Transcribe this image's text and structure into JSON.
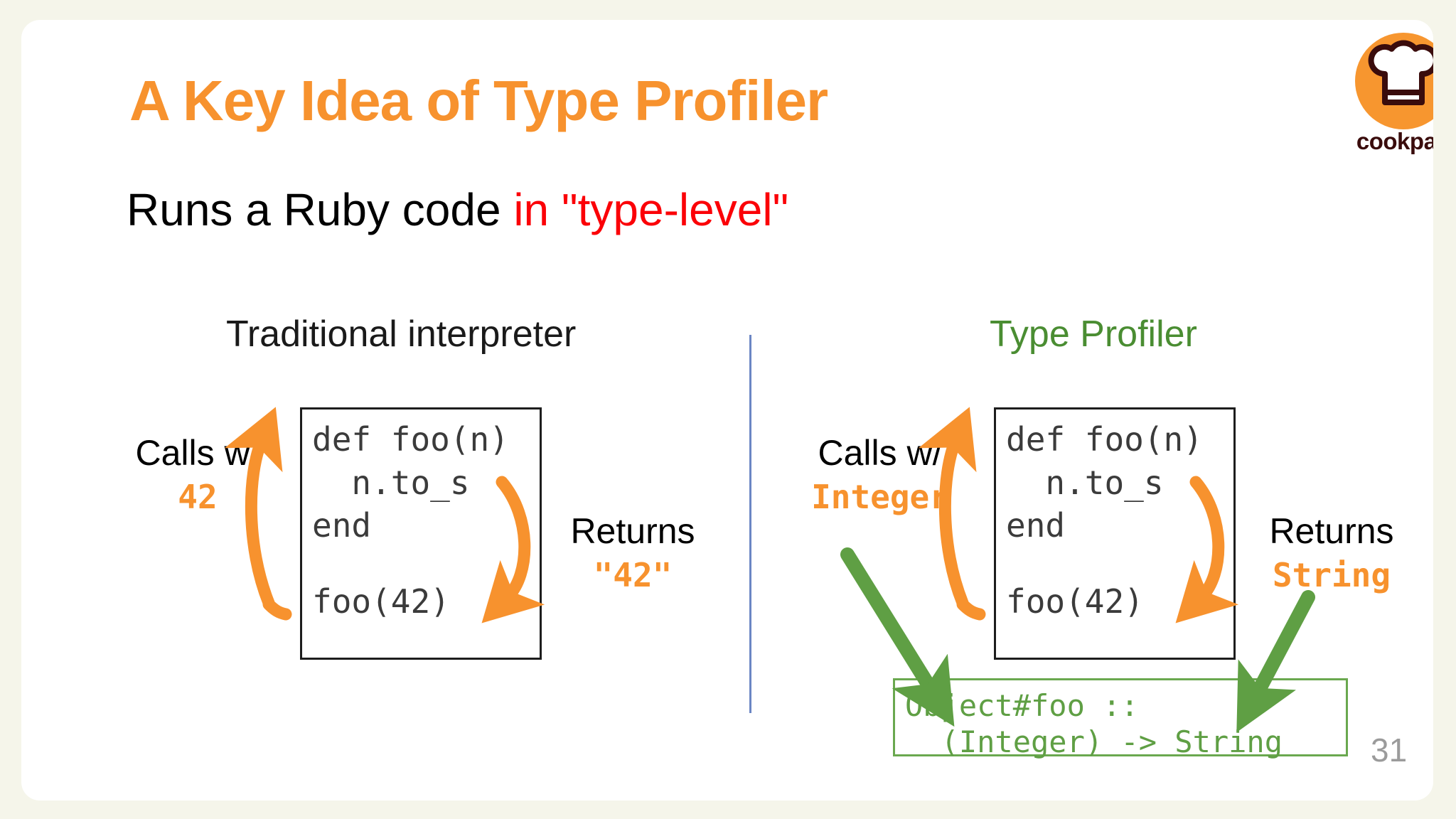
{
  "slide": {
    "title": "A Key Idea of Type Profiler",
    "subtitle_plain": "Runs a Ruby code ",
    "subtitle_highlight": "in \"type-level\"",
    "page_number": "31",
    "colors": {
      "accent_orange": "#F7922E",
      "highlight_red": "#FB0007",
      "green": "#5F9F44",
      "divider_blue": "#6B86C4",
      "page_background": "#F5F5EA",
      "card_background": "#FFFFFF",
      "code_text": "#3B3B3B"
    }
  },
  "logo": {
    "wordmark": "cookpad",
    "icon": "chef-hat-icon",
    "disc_color": "#F7962F",
    "wordmark_color": "#3A0C0C"
  },
  "left_column": {
    "heading": "Traditional interpreter",
    "code_line_1": "def foo(n)",
    "code_line_2": "  n.to_s",
    "code_line_3": "end",
    "code_line_4": "foo(42)",
    "call_label": "Calls w/",
    "call_value": "42",
    "return_label": "Returns",
    "return_value": "\"42\""
  },
  "right_column": {
    "heading": "Type Profiler",
    "code_line_1": "def foo(n)",
    "code_line_2": "  n.to_s",
    "code_line_3": "end",
    "code_line_4": "foo(42)",
    "call_label": "Calls w/",
    "call_value": "Integer",
    "return_label": "Returns",
    "return_value": "String",
    "result_line_1": "Object#foo ::",
    "result_line_2": "  (Integer) -> String"
  }
}
